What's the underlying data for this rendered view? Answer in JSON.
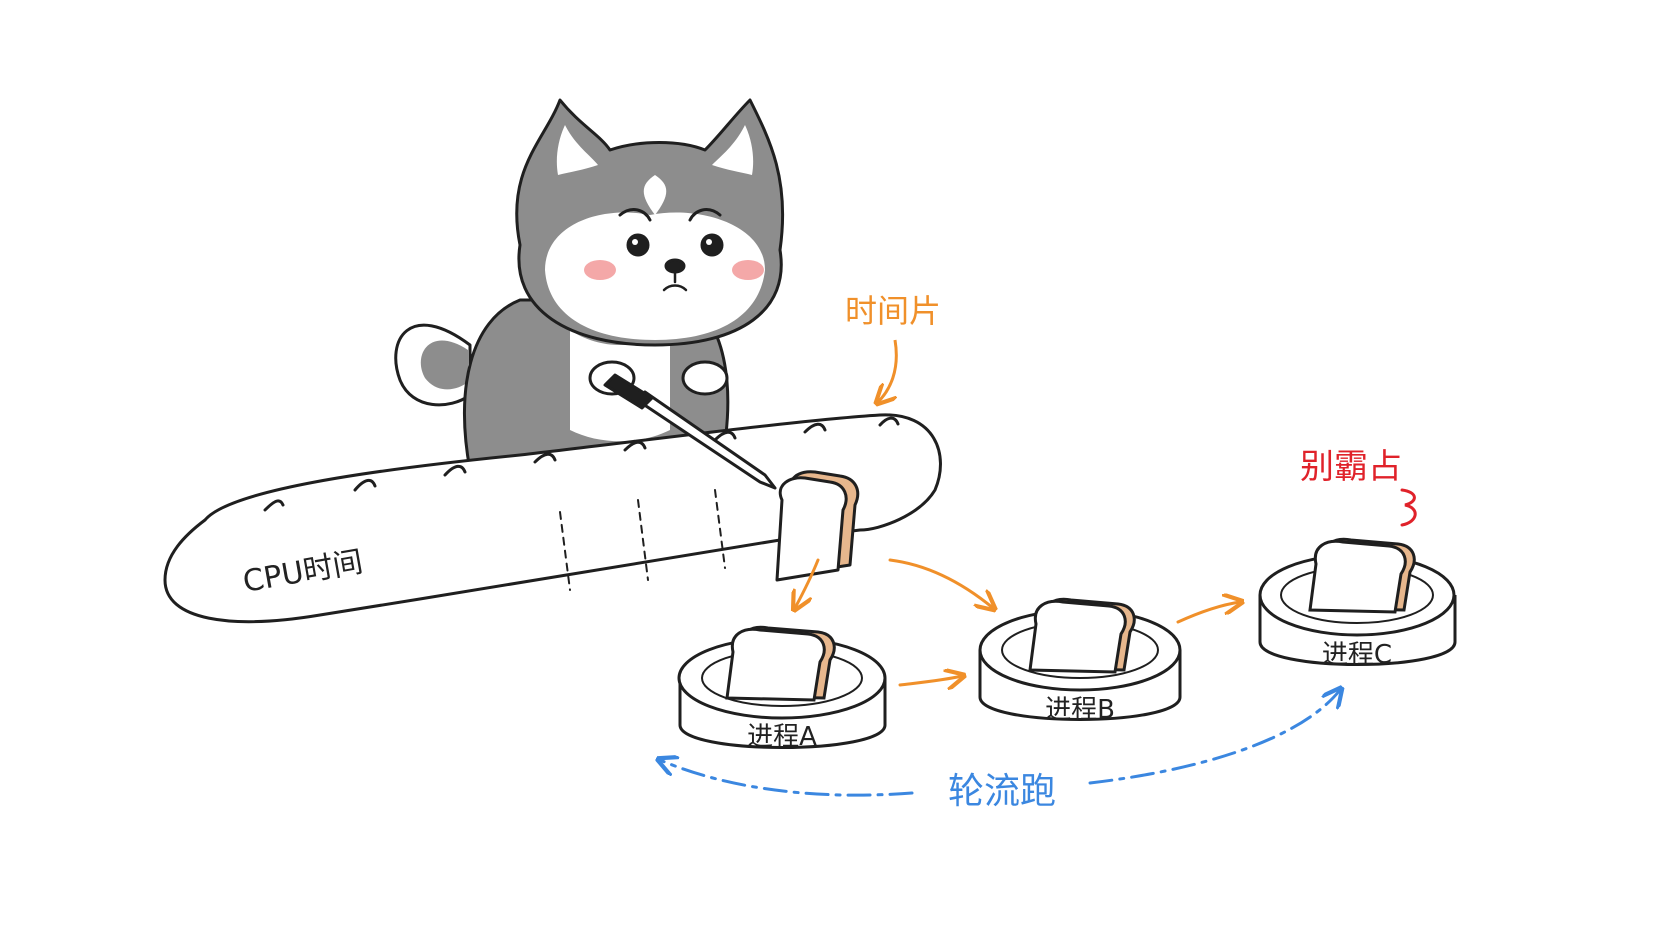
{
  "labels": {
    "cpu_time": "CPU时间",
    "time_slice": "时间片",
    "no_hog": "别霸占",
    "round_robin": "轮流跑"
  },
  "processes": [
    {
      "label": "进程A"
    },
    {
      "label": "进程B"
    },
    {
      "label": "进程C"
    }
  ],
  "colors": {
    "ink": "#1f1f1f",
    "dog_fur": "#8d8d8d",
    "dog_fur_dark": "#6f6f6f",
    "orange_arrow": "#f0902a",
    "red_text": "#e0222a",
    "blue_arrow": "#3b87e0",
    "blush": "#f4a8a8",
    "toast_crust": "#e7b78d"
  },
  "icons": {
    "dog": "husky-dog-icon",
    "knife": "knife-icon",
    "bread": "baguette-icon",
    "toast": "toast-slice-icon",
    "plate": "plate-icon"
  }
}
